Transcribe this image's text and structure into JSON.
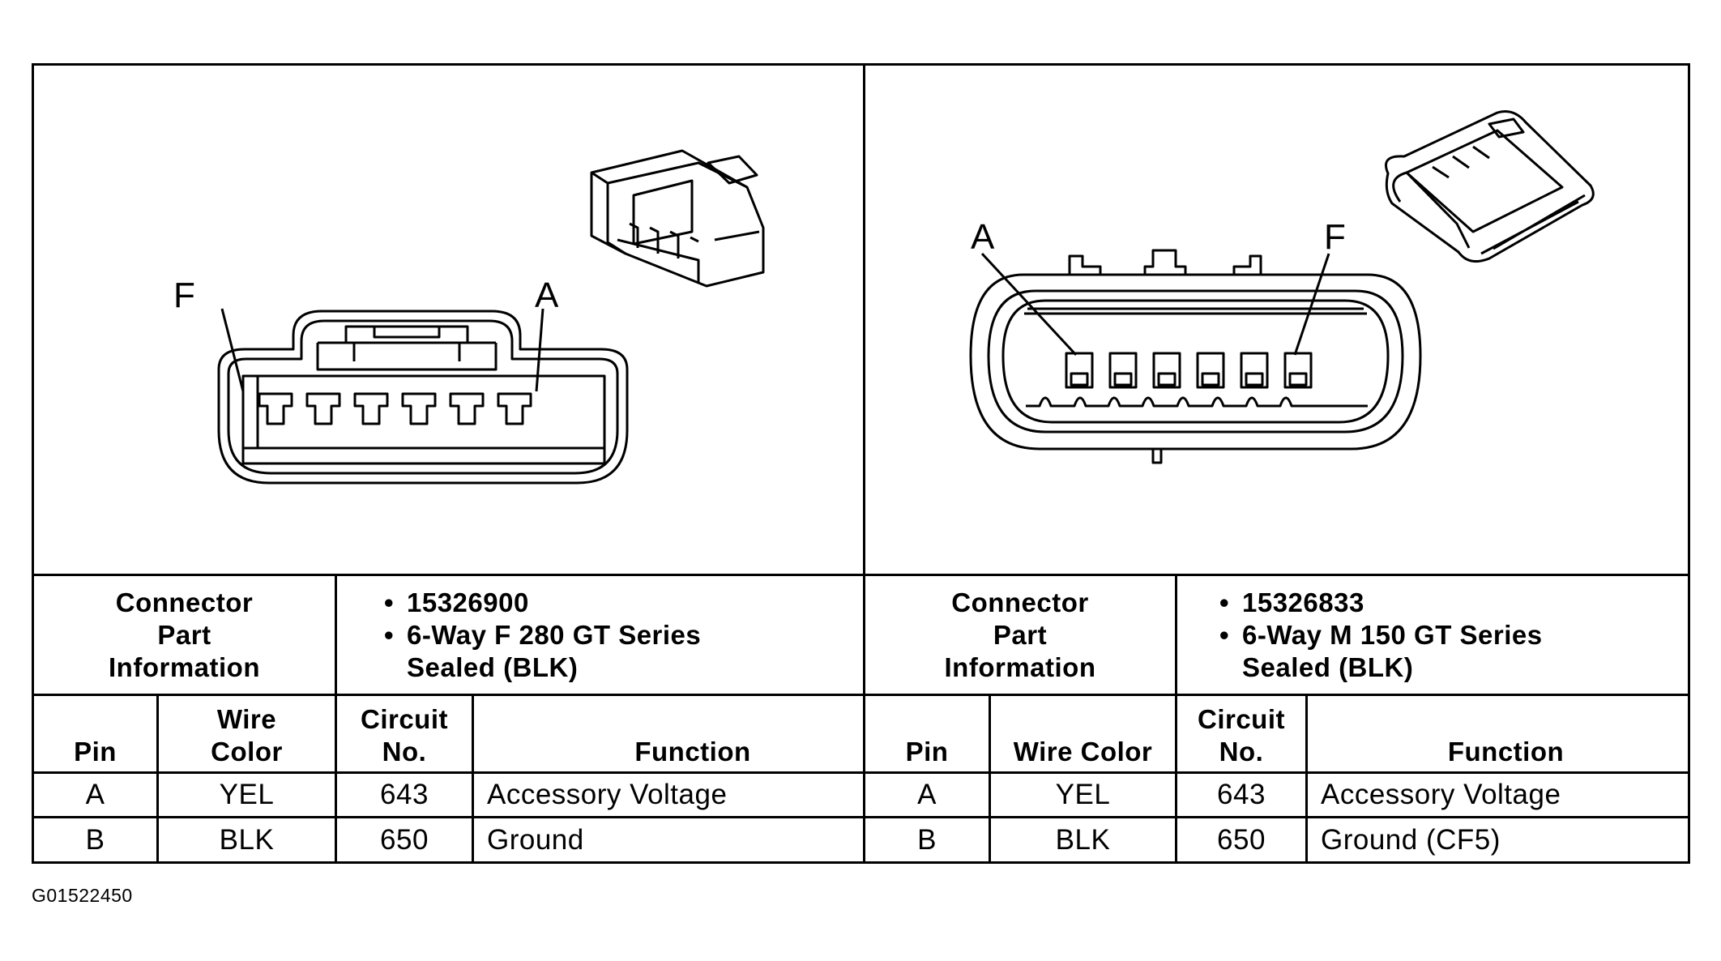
{
  "figure_id": "G01522450",
  "left": {
    "pin_label_left": "F",
    "pin_label_right": "A",
    "connector_header": "Connector Part Information",
    "part_info": [
      "15326900",
      "6-Way F 280 GT Series Sealed (BLK)"
    ],
    "columns": [
      "Pin",
      "Wire Color",
      "Circuit No.",
      "Function"
    ],
    "rows": [
      {
        "pin": "A",
        "wire_color": "YEL",
        "circuit": "643",
        "function": "Accessory Voltage"
      },
      {
        "pin": "B",
        "wire_color": "BLK",
        "circuit": "650",
        "function": "Ground"
      }
    ]
  },
  "right": {
    "pin_label_left": "A",
    "pin_label_right": "F",
    "connector_header": "Connector Part Information",
    "part_info": [
      "15326833",
      "6-Way M 150 GT Series Sealed (BLK)"
    ],
    "columns": [
      "Pin",
      "Wire Color",
      "Circuit No.",
      "Function"
    ],
    "rows": [
      {
        "pin": "A",
        "wire_color": "YEL",
        "circuit": "643",
        "function": "Accessory Voltage"
      },
      {
        "pin": "B",
        "wire_color": "BLK",
        "circuit": "650",
        "function": "Ground (CF5)"
      }
    ]
  }
}
